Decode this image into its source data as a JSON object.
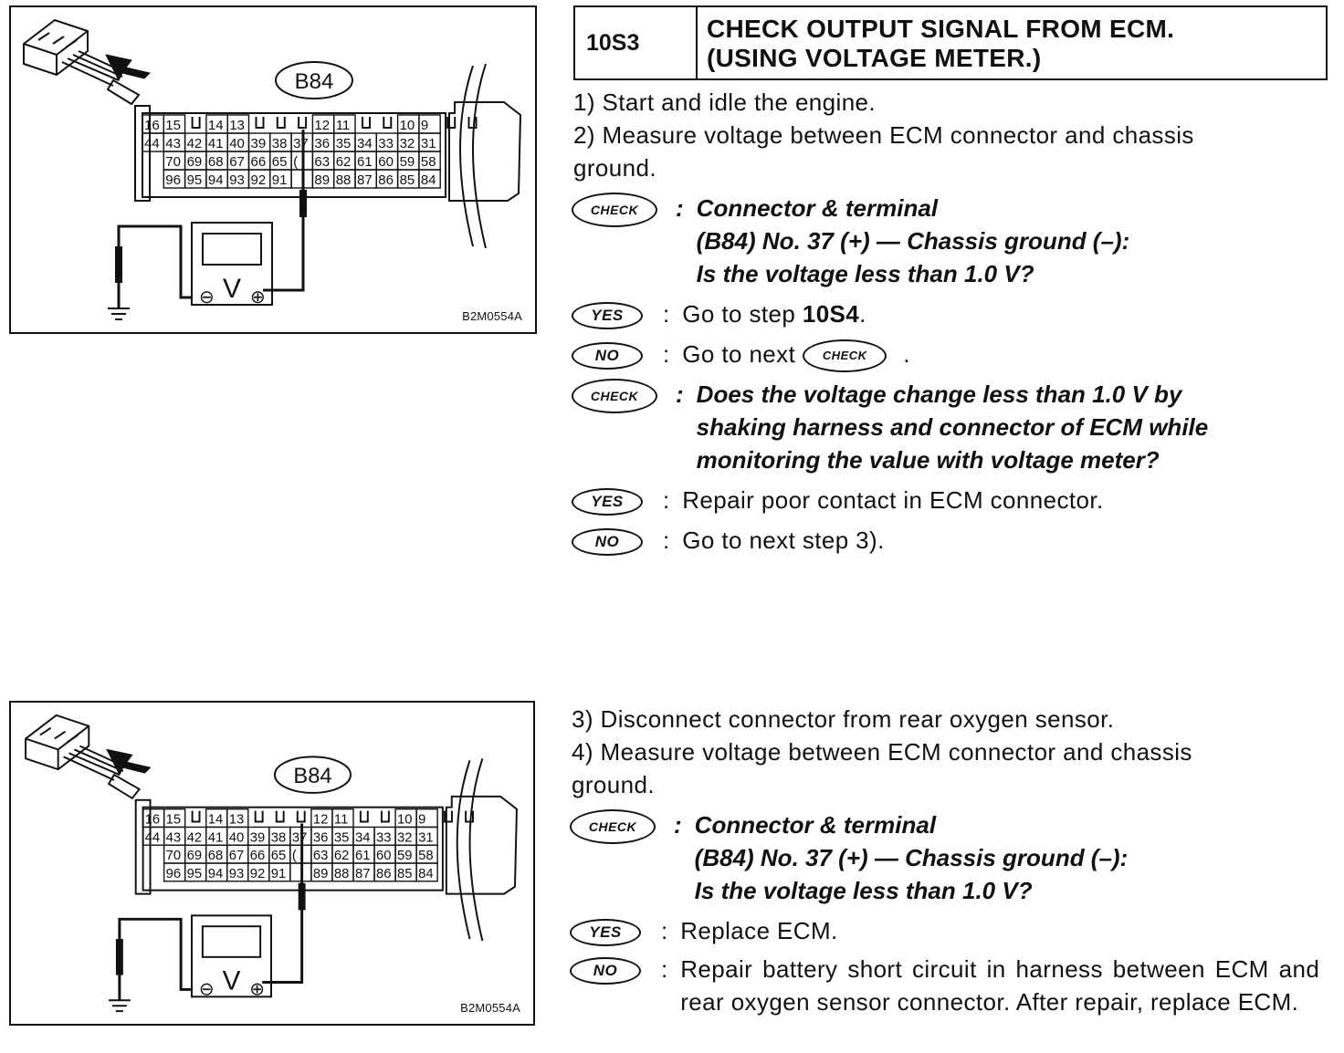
{
  "figure_top": {
    "badge_label": "B84",
    "code": "B2M0554A",
    "meter_symbol": "V",
    "minus_symbol": "⊖",
    "plus_symbol": "⊕"
  },
  "figure_bottom": {
    "badge_label": "B84",
    "code": "B2M0554A",
    "meter_symbol": "V",
    "minus_symbol": "⊖",
    "plus_symbol": "⊕"
  },
  "connector": {
    "row1": [
      "16",
      "15",
      "",
      "14",
      "13",
      "",
      "",
      "",
      "12",
      "11",
      "",
      "",
      "10",
      "9",
      "",
      ""
    ],
    "row2": [
      "44",
      "43",
      "42",
      "41",
      "40",
      "39",
      "38",
      "37",
      "36",
      "35",
      "34",
      "33",
      "32",
      "31"
    ],
    "row3": [
      "70",
      "69",
      "68",
      "67",
      "66",
      "65",
      "(",
      "63",
      "62",
      "61",
      "60",
      "59",
      "58"
    ],
    "row4": [
      "96",
      "95",
      "94",
      "93",
      "92",
      "91",
      "",
      "89",
      "88",
      "87",
      "86",
      "85",
      "84"
    ]
  },
  "header": {
    "step_id": "10S3",
    "title_line1": "CHECK OUTPUT SIGNAL FROM ECM.",
    "title_line2": "(USING VOLTAGE METER.)"
  },
  "section1": {
    "steps": [
      "1)  Start and idle the engine.",
      "2)  Measure voltage between ECM connector and chassis",
      "ground."
    ],
    "check1": {
      "badge": "CHECK",
      "colon": ":",
      "lines": [
        "Connector & terminal",
        "(B84) No. 37 (+) — Chassis ground (–):",
        "Is the voltage less than 1.0 V?"
      ]
    },
    "yes1": {
      "badge": "YES",
      "colon": ":",
      "text_prefix": "Go to step ",
      "text_bold": "10S4",
      "text_suffix": "."
    },
    "no1": {
      "badge": "NO",
      "colon": ":",
      "text_prefix": "Go to next",
      "inline_badge": "CHECK",
      "text_suffix": "."
    },
    "check2": {
      "badge": "CHECK",
      "colon": ":",
      "lines": [
        "Does the voltage change less than 1.0 V by",
        "shaking harness and connector of ECM while",
        "monitoring the value with voltage meter?"
      ]
    },
    "yes2": {
      "badge": "YES",
      "colon": ":",
      "text": "Repair poor contact in ECM connector."
    },
    "no2": {
      "badge": "NO",
      "colon": ":",
      "text": "Go to next step 3)."
    }
  },
  "section2": {
    "steps": [
      "3)  Disconnect connector from rear oxygen sensor.",
      "4)  Measure voltage between ECM connector and chassis",
      "ground."
    ],
    "check1": {
      "badge": "CHECK",
      "colon": ":",
      "lines": [
        "Connector & terminal",
        "(B84) No. 37 (+) — Chassis ground (–):",
        "Is the voltage less than 1.0 V?"
      ]
    },
    "yes1": {
      "badge": "YES",
      "colon": ":",
      "text": "Replace ECM."
    },
    "no1": {
      "badge": "NO",
      "colon": ":",
      "text": "Repair battery short circuit in harness between ECM and rear oxygen sensor connector. After repair, replace ECM."
    }
  }
}
